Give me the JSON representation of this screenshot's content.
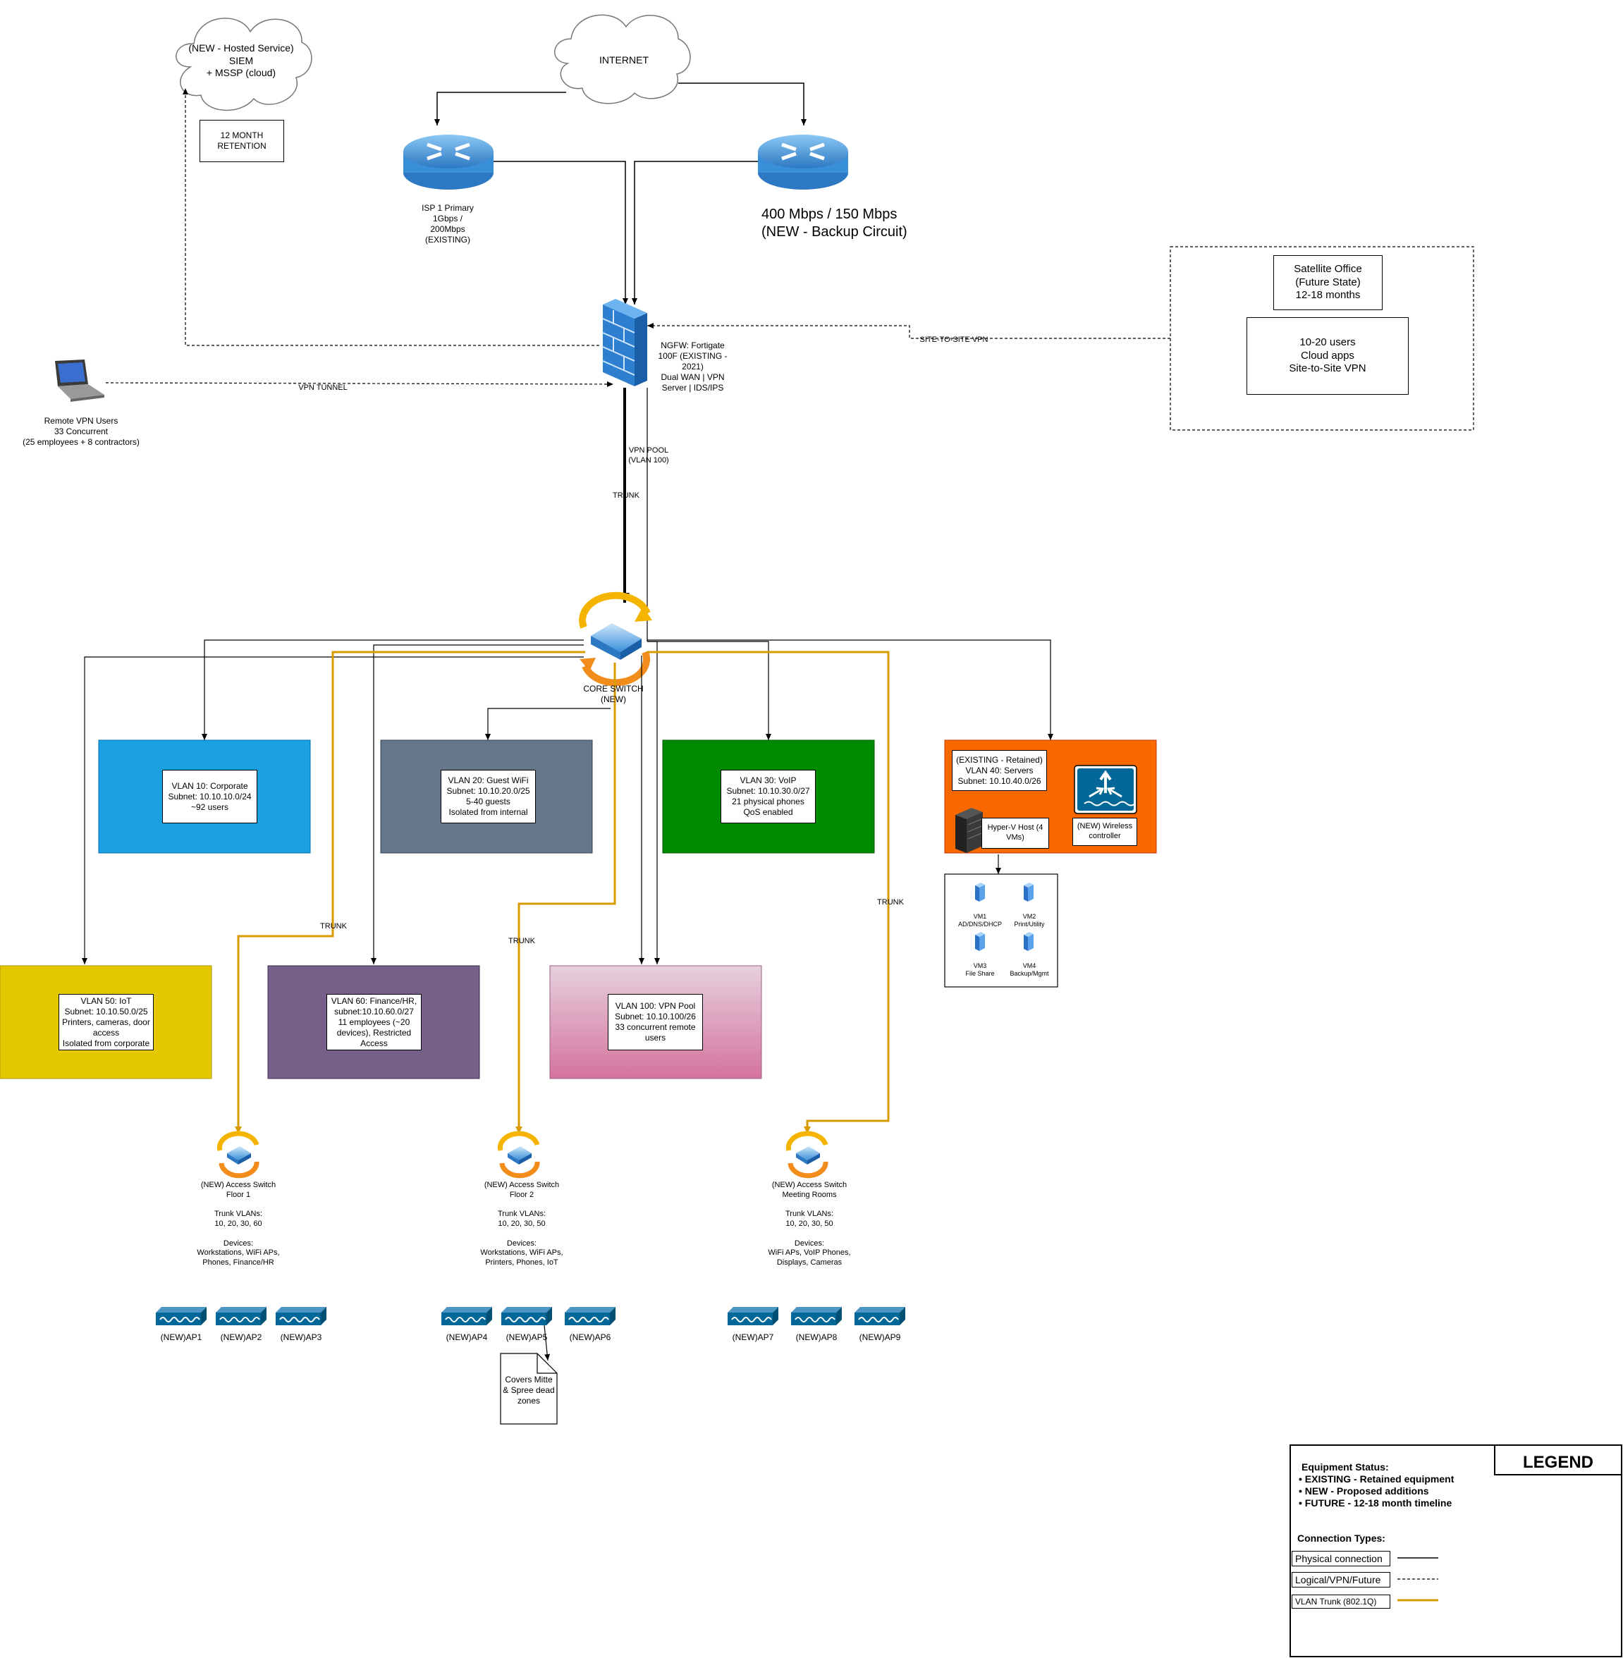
{
  "clouds": {
    "internet": "INTERNET",
    "siem": "(NEW - Hosted Service)\nSIEM\n+ MSSP (cloud)"
  },
  "retention": "12 MONTH\nRETENTION",
  "isp1": "ISP 1 Primary\n1Gbps /\n200Mbps\n(EXISTING)",
  "isp2": "400 Mbps / 150 Mbps\n(NEW - Backup Circuit)",
  "firewall": "NGFW: Fortigate\n100F (EXISTING -\n2021)\nDual WAN | VPN\nServer | IDS/IPS",
  "remote_users": "Remote VPN Users\n33 Concurrent\n(25 employees + 8 contractors)",
  "satellite": {
    "title": "Satellite Office\n(Future State)\n12-18 months",
    "details": "10-20 users\nCloud apps\nSite-to-Site VPN"
  },
  "edge_labels": {
    "vpn_tunnel": "VPN TUNNEL",
    "site_to_site": "SITE-TO-SITE VPN",
    "vpn_pool": "VPN POOL\n(VLAN 100)",
    "trunk": "TRUNK"
  },
  "core_switch": "CORE SWITCH\n(NEW)",
  "vlans": {
    "v10": "VLAN 10: Corporate\nSubnet: 10.10.10.0/24\n~92 users",
    "v20": "VLAN 20: Guest WiFi\nSubnet: 10.10.20.0/25\n5-40 guests\nIsolated from internal",
    "v30": "VLAN 30: VoIP\nSubnet: 10.10.30.0/27\n21 physical phones\nQoS enabled",
    "v40": "(EXISTING - Retained)\nVLAN 40: Servers\nSubnet: 10.10.40.0/26",
    "v50": "VLAN 50: IoT\nSubnet: 10.10.50.0/25\nPrinters, cameras, door\naccess\nIsolated from corporate",
    "v60": "VLAN 60: Finance/HR,\nsubnet:10.10.60.0/27\n11 employees (~20\ndevices), Restricted\nAccess",
    "v100": "VLAN 100: VPN Pool\nSubnet: 10.10.100/26\n33 concurrent remote\nusers"
  },
  "hyperv": "Hyper-V Host (4\nVMs)",
  "wireless_controller": "(NEW) Wireless\ncontroller",
  "vms": [
    {
      "name": "VM1",
      "role": "AD/DNS/DHCP"
    },
    {
      "name": "VM2",
      "role": "Print/Utility"
    },
    {
      "name": "VM3",
      "role": "File Share"
    },
    {
      "name": "VM4",
      "role": "Backup/Mgmt"
    }
  ],
  "access_switches": {
    "floor1": "(NEW) Access Switch\nFloor 1\n\nTrunk VLANs:\n10, 20, 30, 60\n\nDevices:\nWorkstations, WiFi APs,\nPhones, Finance/HR",
    "floor2": "(NEW) Access Switch\nFloor 2\n\nTrunk VLANs:\n10, 20, 30, 50\n\nDevices:\nWorkstations, WiFi APs,\nPrinters, Phones, IoT",
    "meeting": "(NEW) Access Switch\nMeeting Rooms\n\nTrunk VLANs:\n10, 20, 30, 50\n\nDevices:\nWiFi APs, VoIP Phones,\nDisplays, Cameras"
  },
  "aps": [
    "(NEW)AP1",
    "(NEW)AP2",
    "(NEW)AP3",
    "(NEW)AP4",
    "(NEW)AP5",
    "(NEW)AP6",
    "(NEW)AP7",
    "(NEW)AP8",
    "(NEW)AP9"
  ],
  "ap_note": "Covers Mitte\n& Spree dead\nzones",
  "legend": {
    "title": "LEGEND",
    "status_heading": "Equipment Status:",
    "status_lines": [
      "• EXISTING - Retained equipment",
      "• NEW - Proposed additions",
      "• FUTURE - 12-18 month timeline"
    ],
    "conn_heading": "Connection Types:",
    "physical": "Physical connection",
    "logical": "Logical/VPN/Future",
    "trunk": "VLAN Trunk (802.1Q)"
  },
  "colors": {
    "vlan10": "#1ba1e2",
    "vlan20": "#647687",
    "vlan30": "#008a00",
    "vlan40": "#fa6800",
    "vlan50": "#e3c800",
    "vlan60": "#76608a",
    "vlan100_top": "#e6d0de",
    "vlan100_bottom": "#d5739d",
    "trunk": "#d79b00",
    "router": "#3b8fd6"
  }
}
